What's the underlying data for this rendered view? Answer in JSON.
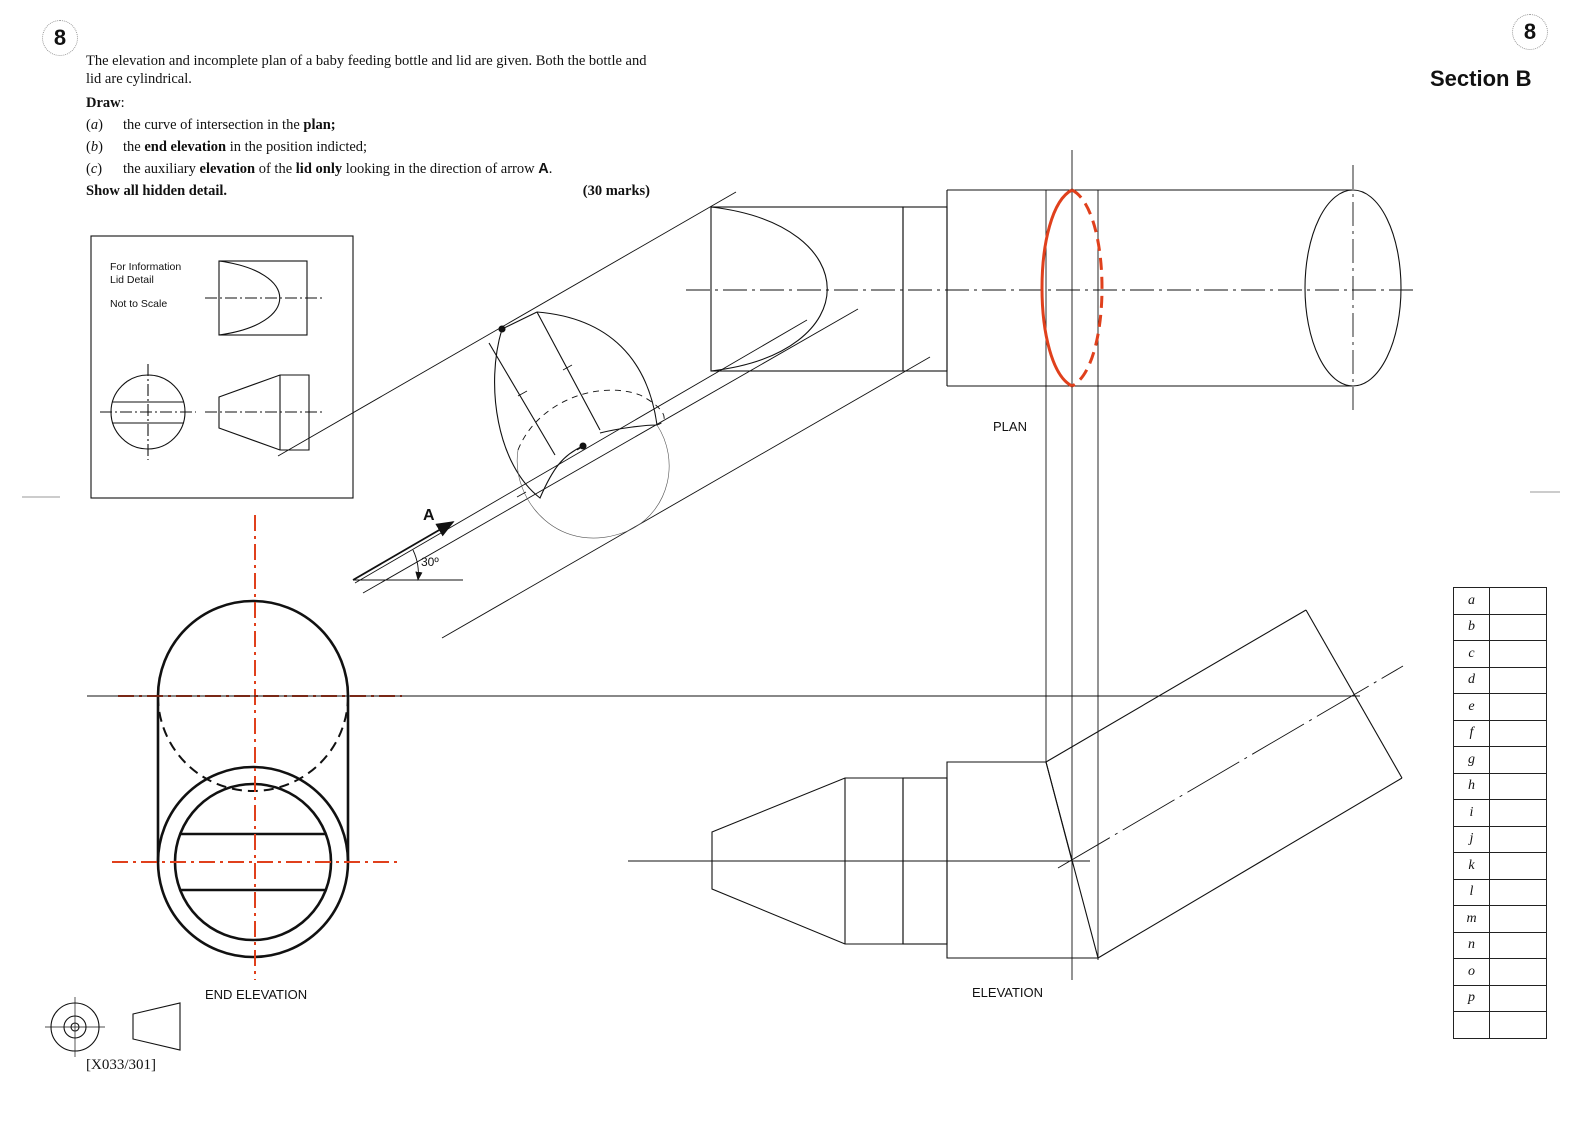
{
  "question_number": "8",
  "section": "Section B",
  "intro": "The elevation and incomplete plan of a baby feeding bottle and lid are given. Both the bottle and lid are cylindrical.",
  "draw_heading": "Draw",
  "parts": [
    {
      "label": "a",
      "text_pre": "the curve of intersection in the ",
      "bold": "plan;",
      "text_post": ""
    },
    {
      "label": "b",
      "text_pre": "the ",
      "bold": "end elevation",
      "text_post": " in the position indicted;"
    },
    {
      "label": "c",
      "text_pre": "the auxiliary ",
      "bold": "elevation",
      "text_mid": " of the ",
      "bold2": "lid only",
      "text_post": " looking in the direction of arrow ",
      "arrow": "A",
      "end": "."
    }
  ],
  "footer": {
    "instruction": "Show all hidden detail.",
    "marks": "(30 marks)"
  },
  "info_box": {
    "line1": "For Information",
    "line2": "Lid Detail",
    "line3": "Not to Scale"
  },
  "labels": {
    "plan": "PLAN",
    "elevation": "ELEVATION",
    "end_elevation": "END ELEVATION",
    "arrow": "A",
    "angle": "30º"
  },
  "reference": "[X033/301]",
  "marking_rows": [
    "a",
    "b",
    "c",
    "d",
    "e",
    "f",
    "g",
    "h",
    "i",
    "j",
    "k",
    "l",
    "m",
    "n",
    "o",
    "p",
    ""
  ],
  "colors": {
    "construction_red": "#e0401c",
    "line": "#111111"
  }
}
